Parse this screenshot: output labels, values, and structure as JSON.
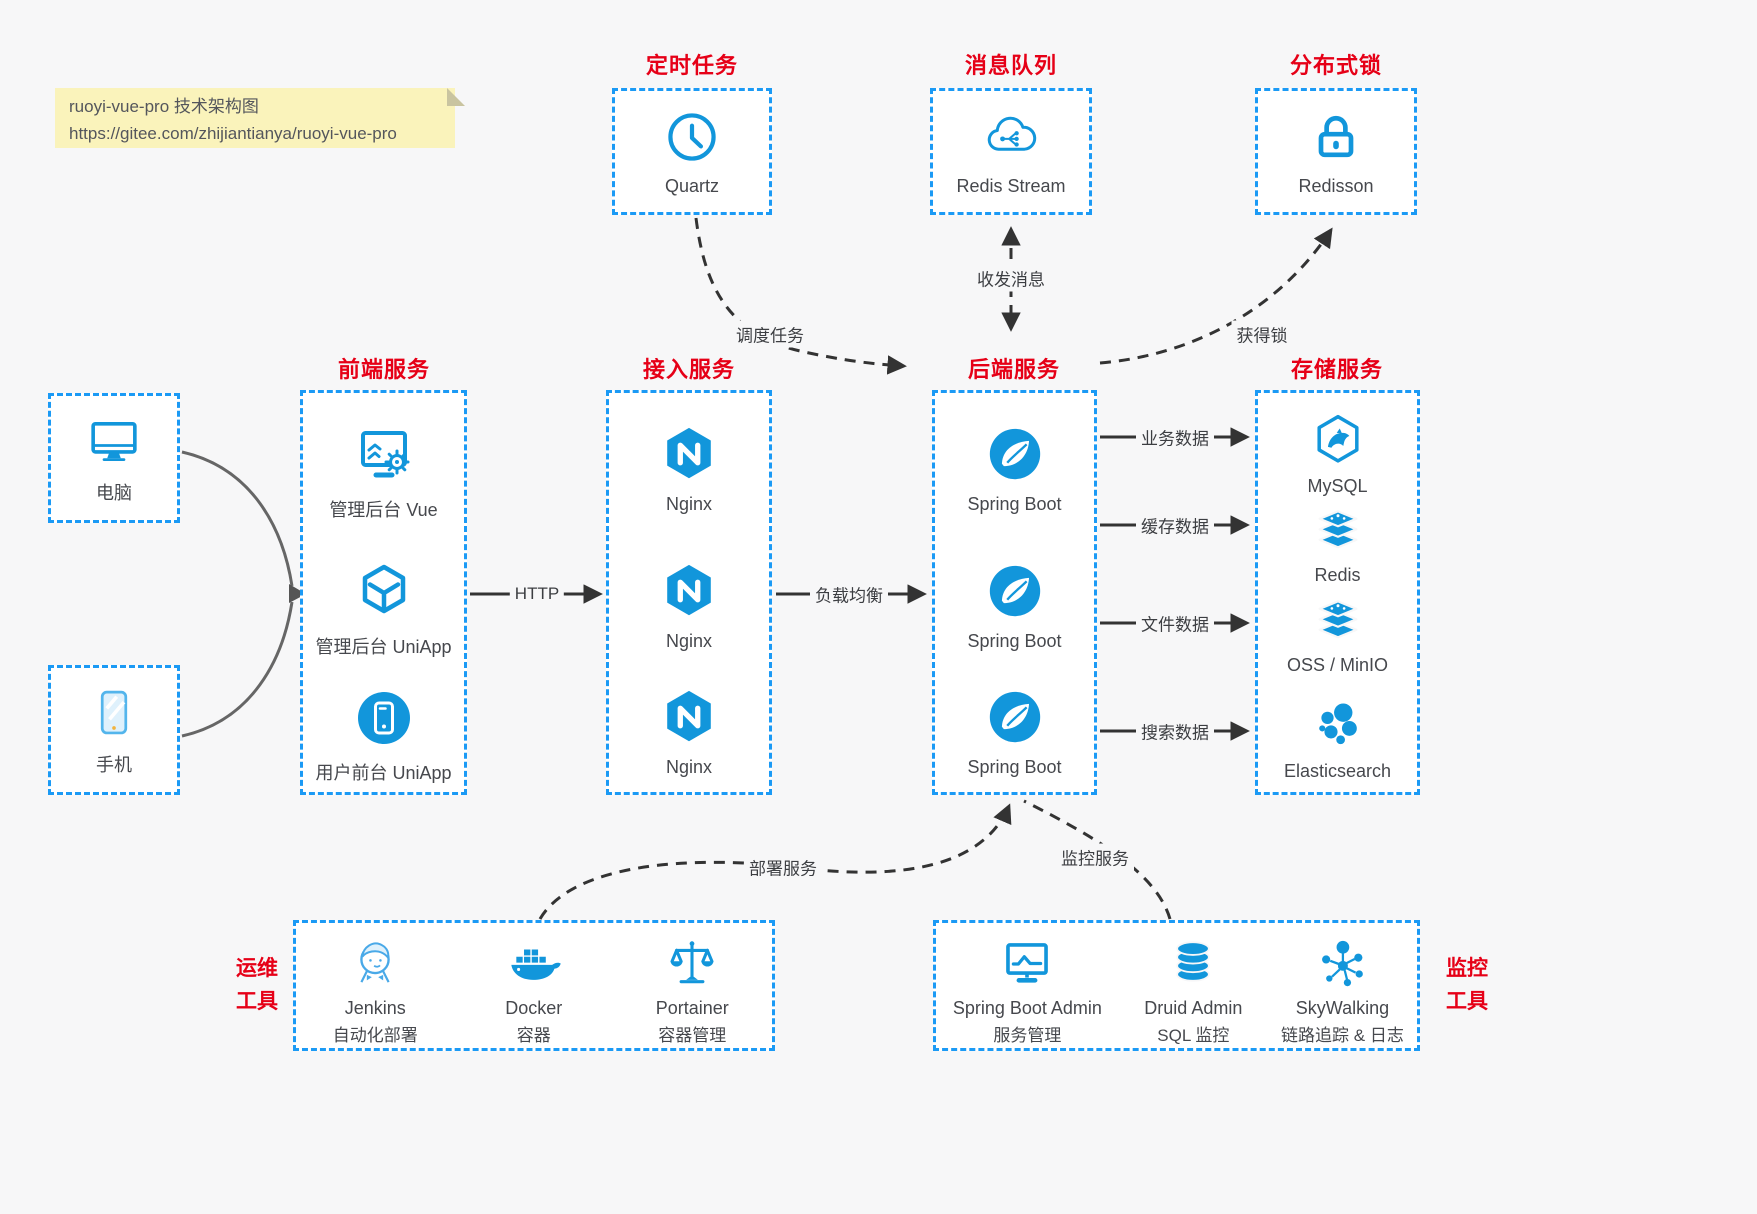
{
  "note": {
    "line1": "ruoyi-vue-pro 技术架构图",
    "line2": "https://gitee.com/zhijiantianya/ruoyi-vue-pro"
  },
  "top_boxes": [
    {
      "title": "定时任务",
      "item": "Quartz",
      "icon": "clock-icon"
    },
    {
      "title": "消息队列",
      "item": "Redis Stream",
      "icon": "message-cloud-icon"
    },
    {
      "title": "分布式锁",
      "item": "Redisson",
      "icon": "lock-icon"
    }
  ],
  "clients": [
    {
      "label": "电脑",
      "icon": "computer-icon"
    },
    {
      "label": "手机",
      "icon": "phone-icon"
    }
  ],
  "columns": [
    {
      "title": "前端服务",
      "items": [
        "管理后台 Vue",
        "管理后台 UniApp",
        "用户前台 UniApp"
      ]
    },
    {
      "title": "接入服务",
      "items": [
        "Nginx",
        "Nginx",
        "Nginx"
      ]
    },
    {
      "title": "后端服务",
      "items": [
        "Spring Boot",
        "Spring Boot",
        "Spring Boot"
      ]
    },
    {
      "title": "存储服务",
      "items": [
        "MySQL",
        "Redis",
        "OSS / MinIO",
        "Elasticsearch"
      ]
    }
  ],
  "edges": {
    "http": "HTTP",
    "load_balance": "负载均衡",
    "schedule": "调度任务",
    "message": "收发消息",
    "lock": "获得锁",
    "business": "业务数据",
    "cache": "缓存数据",
    "file": "文件数据",
    "search": "搜索数据",
    "deploy": "部署服务",
    "monitor": "监控服务"
  },
  "ops": {
    "title1": "运维",
    "title2": "工具",
    "items": [
      {
        "name": "Jenkins",
        "desc": "自动化部署"
      },
      {
        "name": "Docker",
        "desc": "容器"
      },
      {
        "name": "Portainer",
        "desc": "容器管理"
      }
    ]
  },
  "monitoring": {
    "title1": "监控",
    "title2": "工具",
    "items": [
      {
        "name": "Spring Boot Admin",
        "desc": "服务管理"
      },
      {
        "name": "Druid Admin",
        "desc": "SQL 监控"
      },
      {
        "name": "SkyWalking",
        "desc": "链路追踪 & 日志"
      }
    ]
  },
  "colors": {
    "accent_blue": "#1296db",
    "border_blue": "#1b9af5",
    "title_red": "#e60017",
    "arrow_dark": "#333333",
    "client_arrow_gray": "#666666",
    "note_bg": "#faf3bb",
    "page_bg": "#f7f7f8"
  }
}
